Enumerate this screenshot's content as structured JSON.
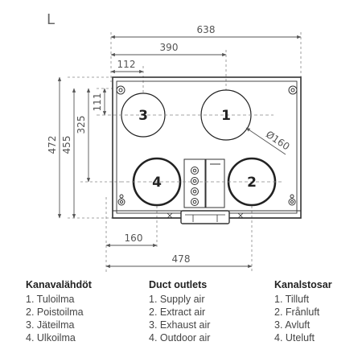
{
  "drawing": {
    "variant_label": "L",
    "dimensions": {
      "width_total": "638",
      "outlet1_from_left": "390",
      "outlet3_from_left": "112",
      "outlet3_from_top": "111",
      "outlet_row_from_top": "325",
      "height_housing": "455",
      "height_total": "472",
      "outlet4_from_left": "160",
      "outlet2_from_left": "478",
      "outlet_diameter": "Ø160"
    },
    "outlet_numbers": [
      "1",
      "2",
      "3",
      "4"
    ]
  },
  "legends": [
    {
      "id": "fi",
      "title": "Kanavalähdöt",
      "items": [
        "1. Tuloilma",
        "2. Poistoilma",
        "3. Jäteilma",
        "4. Ulkoilma"
      ]
    },
    {
      "id": "en",
      "title": "Duct outlets",
      "items": [
        "1. Supply air",
        "2. Extract air",
        "3. Exhaust air",
        "4. Outdoor air"
      ]
    },
    {
      "id": "sv",
      "title": "Kanalstosar",
      "items": [
        "1. Tilluft",
        "2. Frånluft",
        "3. Avluft",
        "4. Uteluft"
      ]
    }
  ]
}
